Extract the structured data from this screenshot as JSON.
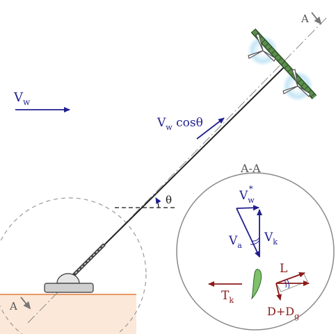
{
  "labels": {
    "section_top": "A",
    "section_bottom": "A",
    "wind_main": "V",
    "wind_main_sub": "w",
    "wind_comp_main": "V",
    "wind_comp_sub": "w",
    "wind_comp_suffix": " cosθ",
    "theta": "θ",
    "section_title": "A-A",
    "vw_star_main": "V",
    "vw_star_sub": "w",
    "vw_star_sup": "*",
    "va_main": "V",
    "va_sub": "a",
    "vk_main": "V",
    "vk_sub": "k",
    "tk_main": "T",
    "tk_sub": "k",
    "lift": "L",
    "drag_main": "D+D",
    "drag_sub": "g"
  },
  "colors": {
    "wind_vector": "#1f1f8f",
    "force_vector": "#8b1a1a",
    "ground_fill": "#fbe8d8",
    "ground_line": "#e07b39",
    "kite_wing": "#5a8f4a",
    "rotor_glow": "#bfe3f5",
    "section_line": "#888888",
    "airfoil": "#7fc06a"
  }
}
